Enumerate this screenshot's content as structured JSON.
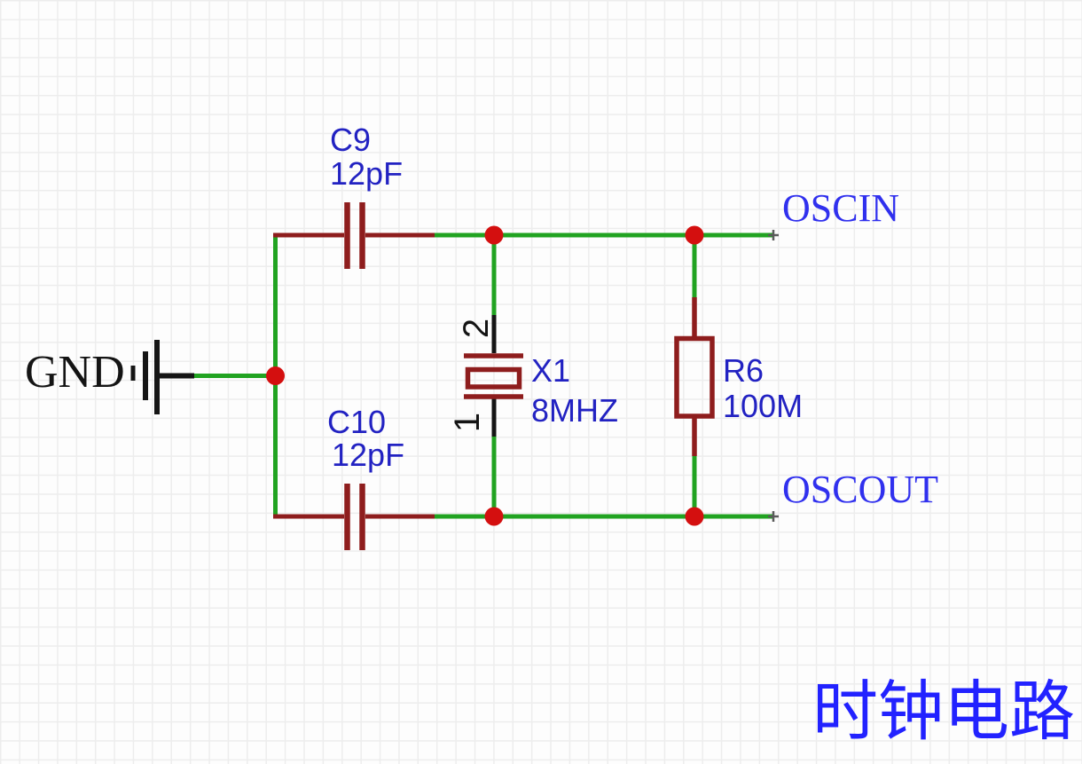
{
  "sheet": {
    "title": "时钟电路"
  },
  "power": {
    "gnd_label": "GND"
  },
  "net_labels": {
    "oscin": "OSCIN",
    "oscout": "OSCOUT"
  },
  "components": {
    "c9": {
      "ref": "C9",
      "value": "12pF",
      "type": "capacitor"
    },
    "c10": {
      "ref": "C10",
      "value": "12pF",
      "type": "capacitor"
    },
    "x1": {
      "ref": "X1",
      "value": "8MHZ",
      "type": "crystal",
      "pin1": "1",
      "pin2": "2"
    },
    "r6": {
      "ref": "R6",
      "value": "100M",
      "type": "resistor"
    }
  },
  "colors": {
    "wire": "#21a321",
    "component": "#8e1d1d",
    "junction": "#d40f0f",
    "pin": "#151515",
    "label": "#2222c2",
    "net": "#3030ee",
    "title": "#2222ff",
    "endpoint": "#5a5a5a",
    "grid": "#ededed",
    "bg": "#fdfdfd"
  }
}
